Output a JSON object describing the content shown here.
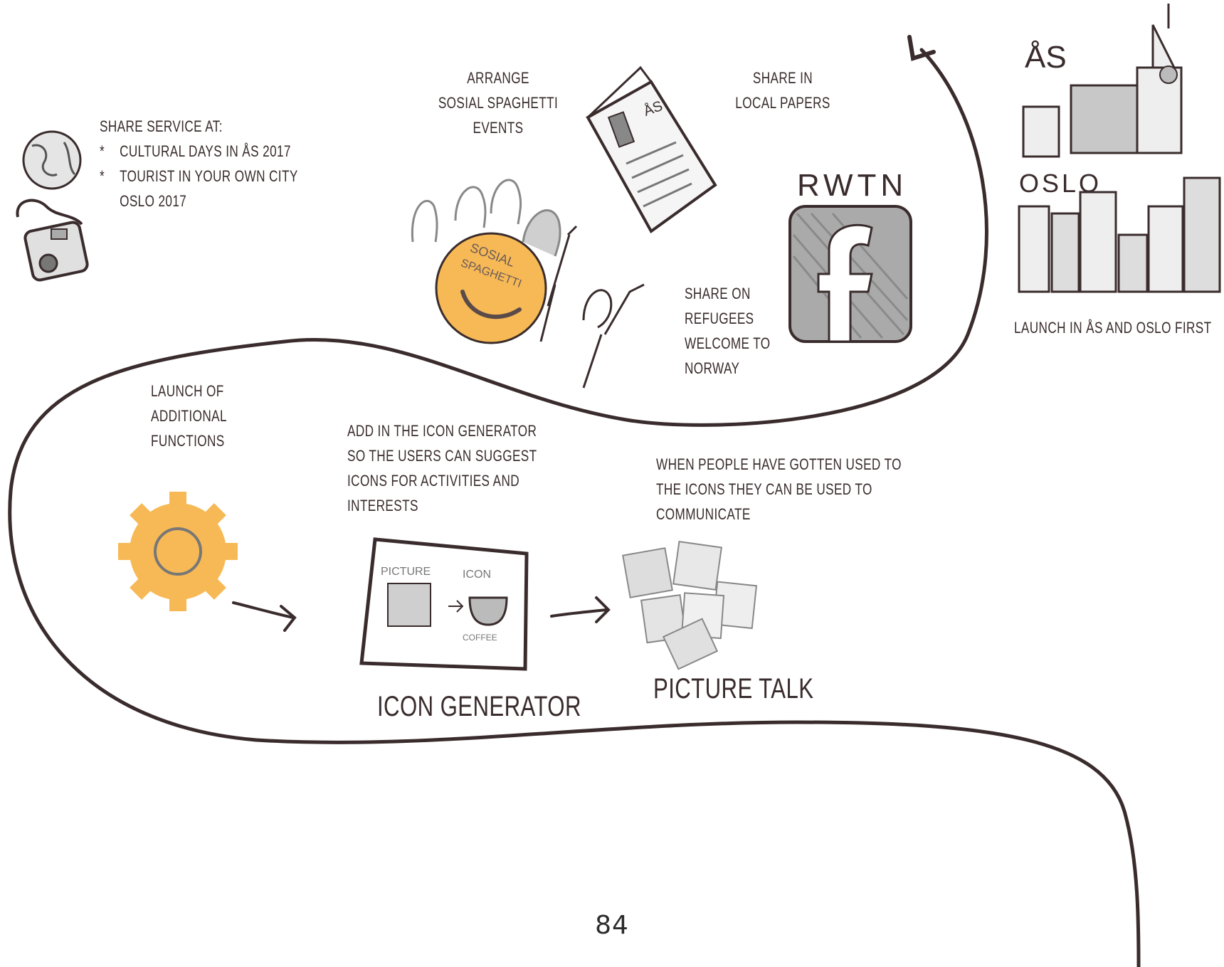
{
  "notes": {
    "share_service_title": "SHARE SERVICE AT:",
    "share_service_items": [
      "CULTURAL DAYS IN ÅS 2017",
      "TOURIST IN YOUR OWN CITY",
      "OSLO 2017"
    ],
    "arrange_events": [
      "ARRANGE",
      "SOSIAL SPAGHETTI",
      "EVENTS"
    ],
    "share_local_papers": [
      "SHARE IN",
      "LOCAL PAPERS"
    ],
    "share_refugees": [
      "SHARE ON",
      "REFUGEES",
      "WELCOME TO",
      "NORWAY"
    ],
    "launch_first": "LAUNCH IN ÅS AND OSLO FIRST",
    "launch_additional": [
      "LAUNCH OF",
      "ADDITIONAL",
      "FUNCTIONS"
    ],
    "icon_generator_desc": [
      "ADD IN THE ICON GENERATOR",
      "SO THE USERS CAN SUGGEST",
      "ICONS FOR ACTIVITIES AND",
      "INTERESTS"
    ],
    "picture_talk_desc": [
      "WHEN PEOPLE HAVE GOTTEN USED TO",
      "THE ICONS THEY CAN BE USED TO",
      "COMMUNICATE"
    ]
  },
  "labels": {
    "icon_generator": "ICON GENERATOR",
    "picture_talk": "PICTURE TALK"
  },
  "sketch_text": {
    "badge_line1": "SOSIAL",
    "badge_line2": "SPAGHETTI",
    "paper_title": "ÅS",
    "rwtn": "RWTN",
    "city_as": "ÅS",
    "city_oslo": "OSLO",
    "picture_label": "PICTURE",
    "icon_label": "ICON",
    "coffee_label": "COFFEE"
  },
  "page_number": "84",
  "colors": {
    "ink": "#3a2c2c",
    "accent_orange": "#f7b955",
    "sketch_gray": "#9a9a9a"
  },
  "icons": [
    "globe-icon",
    "camera-icon",
    "people-icon",
    "newspaper-icon",
    "facebook-icon",
    "city-icon",
    "gear-icon",
    "picture-cards-icon"
  ]
}
